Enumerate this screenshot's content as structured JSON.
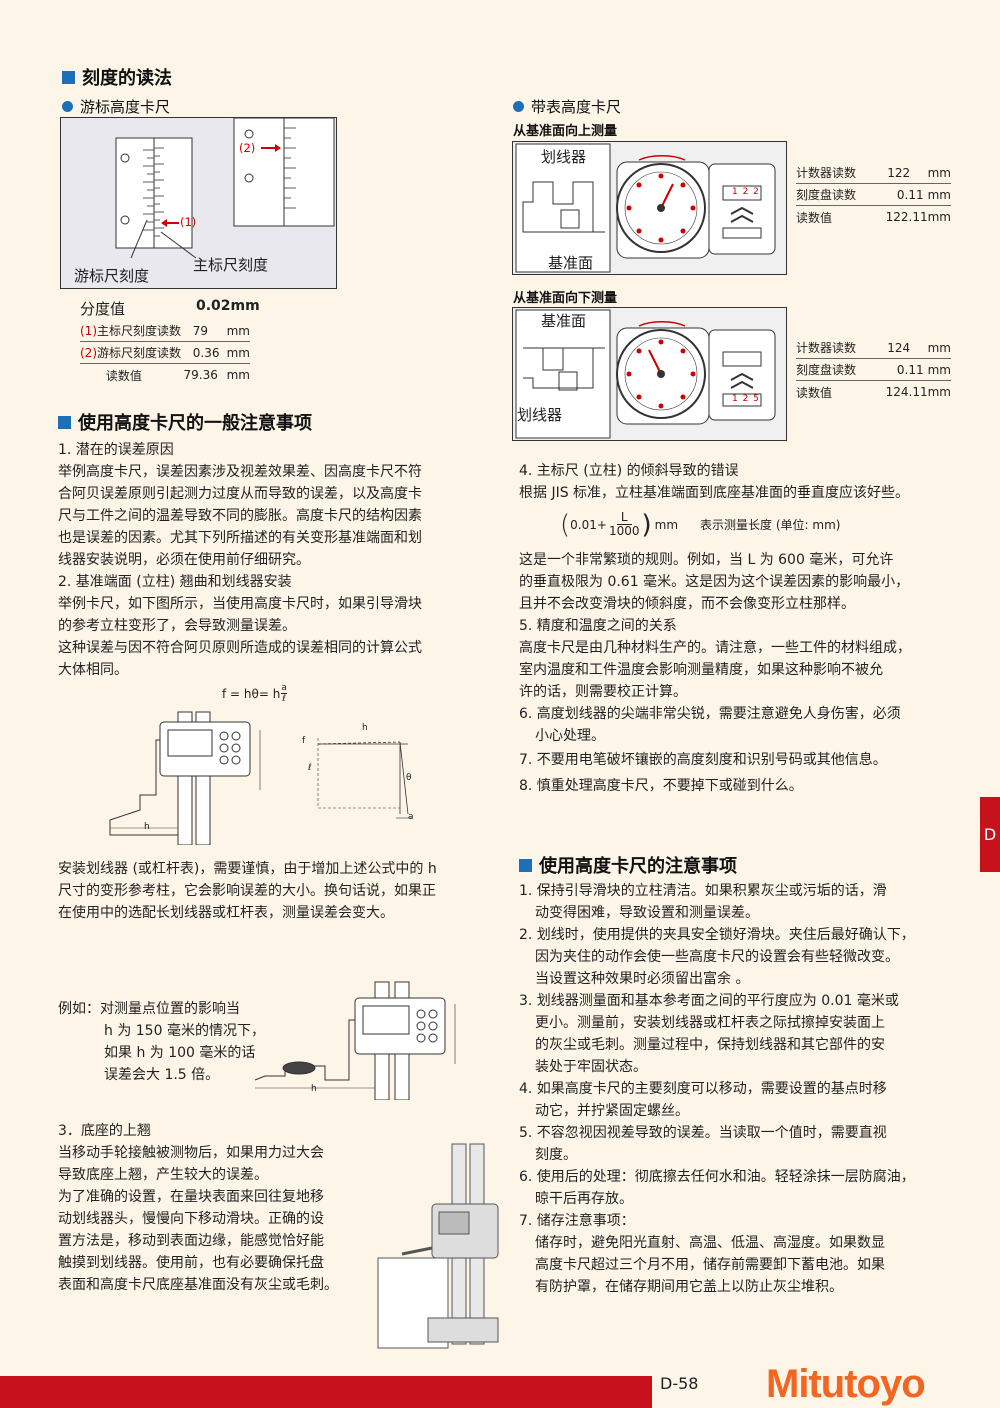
{
  "left": {
    "h_reading": "刻度的读法",
    "h_vernier": "游标高度卡尺",
    "fig1": {
      "label_vernier": "游标尺刻度",
      "label_main": "主标尺刻度",
      "mark1": "(1)",
      "mark2": "(2)"
    },
    "res_label": "分度值",
    "res_value": "0.02mm",
    "rows": [
      {
        "mark": "(1)",
        "label": "主标尺刻度读数",
        "value": "79",
        "unit": "mm"
      },
      {
        "mark": "(2)",
        "label": "游标尺刻度读数",
        "value": "0.36",
        "unit": "mm"
      },
      {
        "mark": "",
        "label": "读数值",
        "value": "79.36",
        "unit": "mm"
      }
    ],
    "h_general": "使用高度卡尺的一般注意事项",
    "para1": [
      "1. 潜在的误差原因",
      "举例高度卡尺，误差因素涉及视差效果差、因高度卡尺不符",
      "合阿贝误差原则引起测力过度从而导致的误差，以及高度卡",
      "尺与工件之间的温差导致不同的膨胀。高度卡尺的结构因素",
      "也是误差的因素。尤其下列所描述的有关变形基准端面和划",
      "线器安装说明，必须在使用前仔细研究。",
      "2. 基准端面 (立柱) 翘曲和划线器安装",
      "举例卡尺，如下图所示，当使用高度卡尺时，如果引导滑块",
      "的参考立柱变形了，会导致测量误差。",
      "这种误差与因不符合阿贝原则所造成的误差相同的计算公式",
      "大体相同。"
    ],
    "formula": "f = hθ= h",
    "formula_num": "a",
    "formula_den": "ℓ",
    "fig2": {
      "h": "h",
      "l": "ℓ",
      "theta": "θ",
      "f": "f",
      "a": "a"
    },
    "para2": [
      "安装划线器 (或杠杆表)，需要谨慎，由于增加上述公式中的 h",
      "尺寸的变形参考柱，它会影响误差的大小。换句话说，如果正",
      "在使用中的选配长划线器或杠杆表，测量误差会变大。"
    ],
    "example": [
      "例如：对测量点位置的影响当",
      "h 为 150 毫米的情况下，",
      "如果 h 为 100 毫米的话",
      "误差会大 1.5 倍。"
    ],
    "para3": [
      "3．底座的上翘",
      "当移动手轮接触被测物后，如果用力过大会",
      "导致底座上翘，产生较大的误差。",
      "为了准确的设置，在量块表面来回往复地移",
      "动划线器头，慢慢向下移动滑块。正确的设",
      "置方法是，移动到表面边缘，能感觉恰好能",
      "触摸到划线器。使用前，也有必要确保托盘",
      "表面和高度卡尺底座基准面没有灰尘或毛刺。"
    ]
  },
  "right": {
    "h_dial": "带表高度卡尺",
    "up_title": "从基准面向上测量",
    "up_fig": {
      "scriber": "划线器",
      "ref": "基准面",
      "counter": "1 2 2"
    },
    "up_rows": [
      {
        "label": "计数器读数",
        "value": "122",
        "unit": "mm"
      },
      {
        "label": "刻度盘读数",
        "value": "0.11",
        "unit": "mm"
      },
      {
        "label": "读数值",
        "value": "122.11",
        "unit": "mm"
      }
    ],
    "down_title": "从基准面向下测量",
    "down_fig": {
      "scriber": "划线器",
      "ref": "基准面",
      "counter": "1 2 5"
    },
    "down_rows": [
      {
        "label": "计数器读数",
        "value": "124",
        "unit": "mm"
      },
      {
        "label": "刻度盘读数",
        "value": "0.11",
        "unit": "mm"
      },
      {
        "label": "读数值",
        "value": "124.11",
        "unit": "mm"
      }
    ],
    "para4_head": "4. 主标尺 (立柱) 的倾斜导致的错误",
    "para4_l1": "根据 JIS 标准，立柱基准端面到底座基准面的垂直度应该好些。",
    "frac_pre": "0.01+",
    "frac_num": "L",
    "frac_den": "1000",
    "frac_unit": "mm",
    "frac_note": "表示测量长度 (单位: mm)",
    "para4_rest": [
      "这是一个非常繁琐的规则。例如，当 L 为 600 毫米，可允许",
      "的垂直极限为 0.61 毫米。这是因为这个误差因素的影响最小，",
      "且并不会改变滑块的倾斜度，而不会像变形立柱那样。",
      "5. 精度和温度之间的关系",
      "高度卡尺是由几种材料生产的。请注意，一些工件的材料组成，",
      "室内温度和工件温度会影响测量精度，如果这种影响不被允",
      "许的话，则需要校正计算。"
    ],
    "item6a": "6. 高度划线器的尖端非常尖锐，需要注意避免人身伤害，必须",
    "item6b": "小心处理。",
    "item7": "7. 不要用电笔破坏镶嵌的高度刻度和识别号码或其他信息。",
    "item8": "8. 慎重处理高度卡尺，不要掉下或碰到什么。",
    "h_use": "使用高度卡尺的注意事项",
    "use": [
      [
        "1. 保持引导滑块的立柱清洁。如果积累灰尘或污垢的话，滑",
        "动变得困难，导致设置和测量误差。"
      ],
      [
        "2. 划线时，使用提供的夹具安全锁好滑块。夹住后最好确认下，",
        "因为夹住的动作会使一些高度卡尺的设置会有些轻微改变。",
        "当设置这种效果时必须留出富余 。"
      ],
      [
        "3. 划线器测量面和基本参考面之间的平行度应为 0.01 毫米或",
        "更小。测量前，安装划线器或杠杆表之际拭擦掉安装面上",
        "的灰尘或毛刺。测量过程中，保持划线器和其它部件的安",
        "装处于牢固状态。"
      ],
      [
        "4. 如果高度卡尺的主要刻度可以移动，需要设置的基点时移",
        "动它，并拧紧固定螺丝。"
      ],
      [
        "5. 不容忽视因视差导致的误差。当读取一个值时，需要直视",
        "刻度。"
      ],
      [
        "6. 使用后的处理：彻底擦去任何水和油。轻轻涂抹一层防腐油，",
        "晾干后再存放。"
      ],
      [
        "7. 储存注意事项：",
        "储存时，避免阳光直射、高温、低温、高湿度。如果数显",
        "高度卡尺超过三个月不用，储存前需要卸下蓄电池。如果",
        "有防护罩，在储存期间用它盖上以防止灰尘堆积。"
      ]
    ]
  },
  "footer": {
    "page": "D-58",
    "logo": "Mitutoyo",
    "tab": "D"
  },
  "colors": {
    "accent": "#1d6fb8",
    "red": "#c8121b",
    "logo": "#f26522"
  }
}
